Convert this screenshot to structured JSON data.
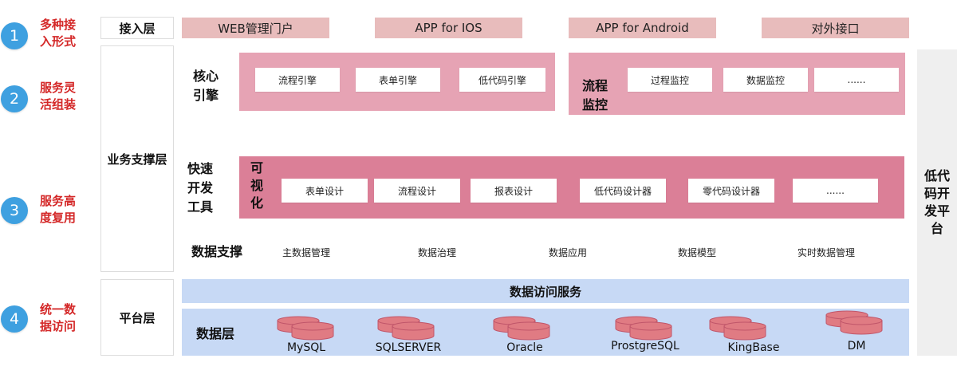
{
  "steps": [
    {
      "num": "1",
      "text": "多种接\n入形式"
    },
    {
      "num": "2",
      "text": "服务灵\n活组装"
    },
    {
      "num": "3",
      "text": "服务高\n度复用"
    },
    {
      "num": "4",
      "text": "统一数\n据访问"
    }
  ],
  "layers": {
    "access": "接入层",
    "business": "业务支撑层",
    "platform": "平台层"
  },
  "access_items": [
    "WEB管理门户",
    "APP for IOS",
    "APP for Android",
    "对外接口"
  ],
  "core_engine": {
    "label": "核心\n引擎",
    "items": [
      "流程引擎",
      "表单引擎",
      "低代码引擎"
    ]
  },
  "process_monitor": {
    "label": "流程\n监控",
    "items": [
      "过程监控",
      "数据监控",
      "......"
    ]
  },
  "quick_dev": {
    "label": "快速\n开发\n工具",
    "sub_label": "可\n视\n化",
    "items": [
      "表单设计",
      "流程设计",
      "报表设计",
      "低代码设计器",
      "零代码设计器",
      "......"
    ]
  },
  "data_support": {
    "label": "数据支撑",
    "items": [
      "主数据管理",
      "数据治理",
      "数据应用",
      "数据模型",
      "实时数据管理"
    ]
  },
  "data_access_service": "数据访问服务",
  "data_layer": {
    "label": "数据层",
    "databases": [
      "MySQL",
      "SQLSERVER",
      "Oracle",
      "ProstgreSQL",
      "KingBase",
      "DM"
    ]
  },
  "right_platform": "低代\n码开\n发平\n台",
  "colors": {
    "step_circle": "#3ea0e0",
    "step_text": "#d42828",
    "access_pill": "#e8bcbc",
    "panel_light": "#e6a3b4",
    "panel_deep": "#db7f97",
    "data_blue": "#c7d9f5",
    "db_cylinder": "#e07b83",
    "right_bar": "#efefef"
  }
}
